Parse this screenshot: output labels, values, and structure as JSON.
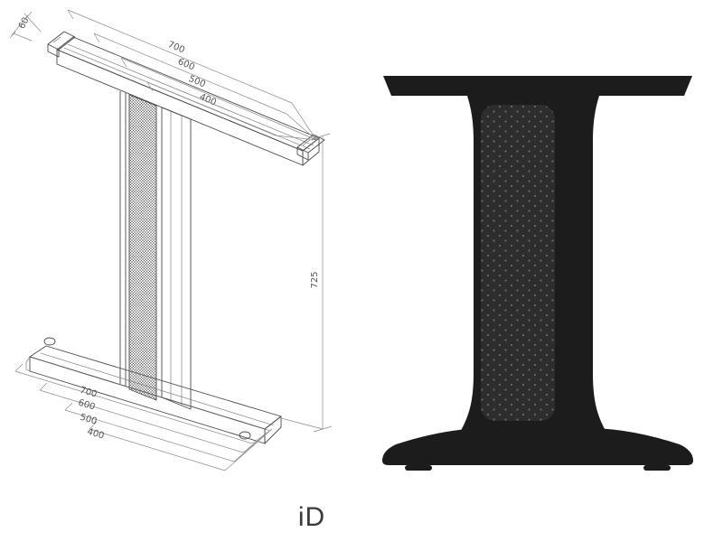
{
  "label": {
    "text": "iD"
  },
  "wireframe": {
    "dim_depth": "60",
    "dim_height": "725",
    "top_widths": [
      "400",
      "500",
      "600",
      "700"
    ],
    "bottom_widths": [
      "400",
      "500",
      "600",
      "700"
    ]
  },
  "silhouette": {
    "body_color": "#1c1c1c",
    "panel_color": "#2d2d2d"
  }
}
